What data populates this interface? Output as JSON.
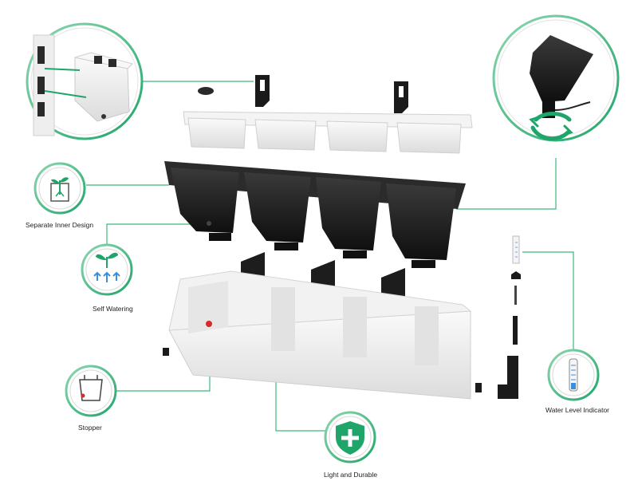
{
  "features": {
    "separate_inner_design": "Separate Inner Design",
    "self_watering": "Self Watering",
    "stopper": "Stopper",
    "light_and_durable": "Light and Durable",
    "water_level_indicator": "Water Level Indicator"
  },
  "colors": {
    "accent_green": "#1fa56a",
    "callout_line": "#3db87c",
    "ring_inner": "#ffffff",
    "plastic_white": "#f3f3f3",
    "plastic_shadow": "#d6d6d6",
    "pot_black": "#1b1b1b",
    "stopper_red": "#d42a2a"
  },
  "icons": {
    "separate_inner_design": "sprout-in-pot-icon",
    "self_watering": "sprout-water-arrows-icon",
    "stopper": "pot-with-stopper-icon",
    "light_and_durable": "shield-plus-icon",
    "water_level_indicator": "gauge-tube-icon",
    "rotate": "rotate-arrows-icon"
  }
}
